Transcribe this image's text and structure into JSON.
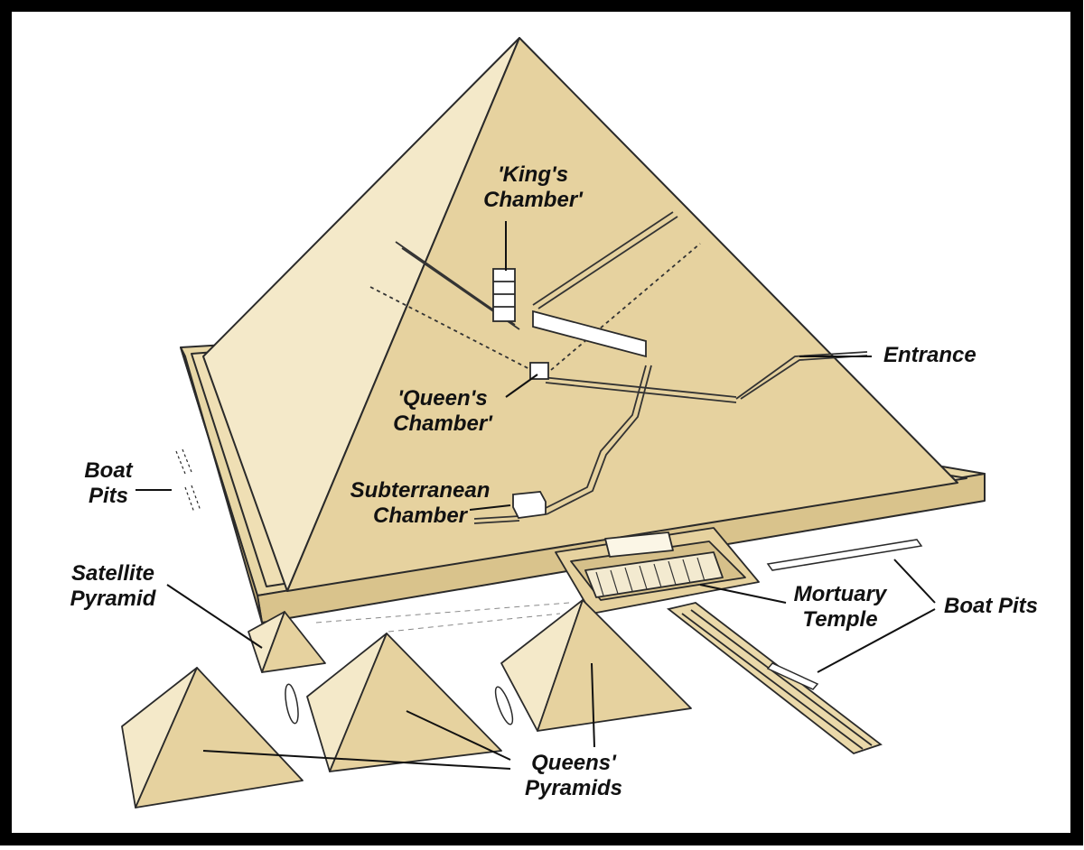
{
  "labels": {
    "kings_chamber": "'King's\nChamber'",
    "entrance": "Entrance",
    "queens_chamber": "'Queen's\nChamber'",
    "boat_pits_left": "Boat\nPits",
    "subterranean_chamber": "Subterranean\nChamber",
    "satellite_pyramid": "Satellite\nPyramid",
    "mortuary_temple": "Mortuary\nTemple",
    "boat_pits_right": "Boat Pits",
    "queens_pyramids": "Queens'\nPyramids"
  },
  "colors": {
    "frame": "#000000",
    "sand_light": "#f3e7c4",
    "sand_mid": "#e8d7a6",
    "sand_dark": "#d9c38c",
    "outline": "#2a2a2a"
  }
}
